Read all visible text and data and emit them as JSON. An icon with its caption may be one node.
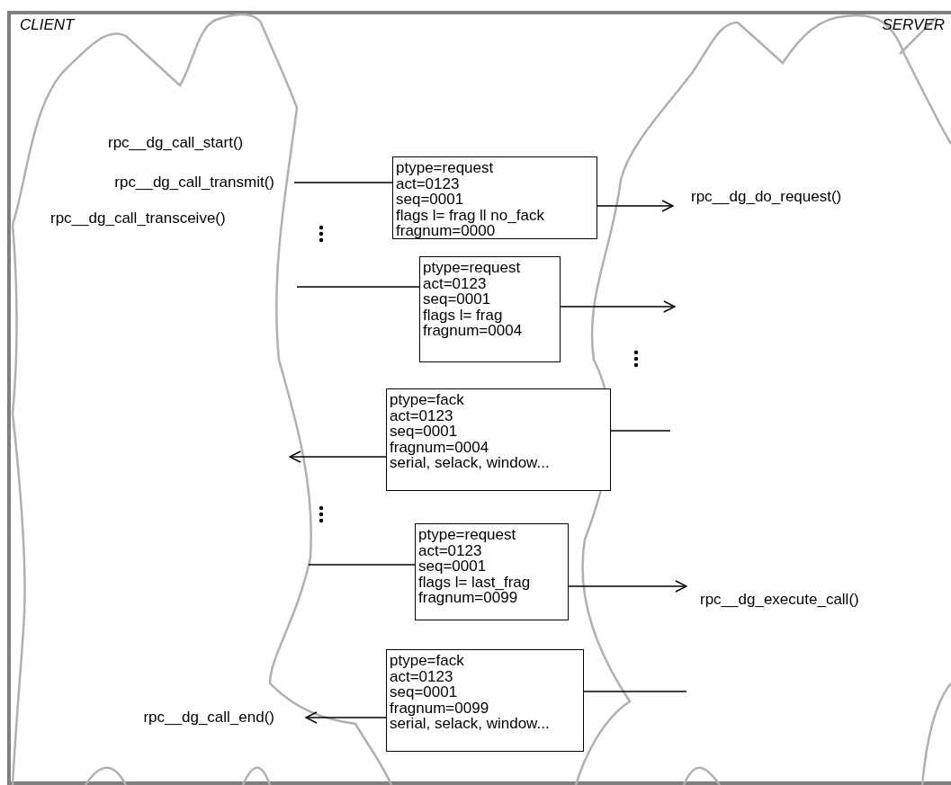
{
  "diagram": {
    "nodes": [
      {
        "text": [
          "rpc__dg_call_transmit()"
        ]
      },
      {
        "text": [
          "ptype=request",
          "act=0123",
          "seq=0001",
          "flags l= frag ll no_fack",
          "fragnum=0000"
        ]
      },
      {
        "text": [
          "rpc__dg_do_request()"
        ]
      },
      {
        "text": [
          "ptype=request",
          "act=0123",
          "seq=0001",
          "flags l= frag",
          "fragnum=0004"
        ]
      },
      {
        "text": [
          "ptype=fack",
          "act=0123",
          "seq=0001",
          "fragnum=0004",
          "serial, selack, window..."
        ]
      },
      {
        "text": [
          "ptype=request",
          "act=0123",
          "seq=0001",
          "flags l= last_frag",
          "fragnum=0099"
        ]
      },
      {
        "text": [
          "rpc__dg_execute_call()"
        ]
      },
      {
        "text": [
          "ptype=fack",
          "act=0123",
          "seq=0001",
          "fragnum=0099",
          "serial, selack, window..."
        ]
      },
      {
        "text": [
          "rpc__dg_call_end()"
        ]
      }
    ],
    "edges": [
      {
        "from": 0,
        "to": 1,
        "arrow": "none"
      },
      {
        "from": 1,
        "to": 2,
        "arrow": "to"
      },
      {
        "from": null,
        "to": 3,
        "arrow": "none"
      },
      {
        "from": 3,
        "to": null,
        "arrow": "to"
      },
      {
        "from": null,
        "to": 4,
        "arrow": "none"
      },
      {
        "from": 4,
        "to": null,
        "arrow": "to"
      },
      {
        "from": null,
        "to": 5,
        "arrow": "none"
      },
      {
        "from": 5,
        "to": 6,
        "arrow": "to"
      },
      {
        "from": null,
        "to": 7,
        "arrow": "none"
      },
      {
        "from": 7,
        "to": 8,
        "arrow": "to"
      }
    ],
    "labels": [
      "CLIENT",
      "SERVER",
      "rpc__dg_call_start()",
      "rpc__dg_call_transceive()"
    ]
  }
}
